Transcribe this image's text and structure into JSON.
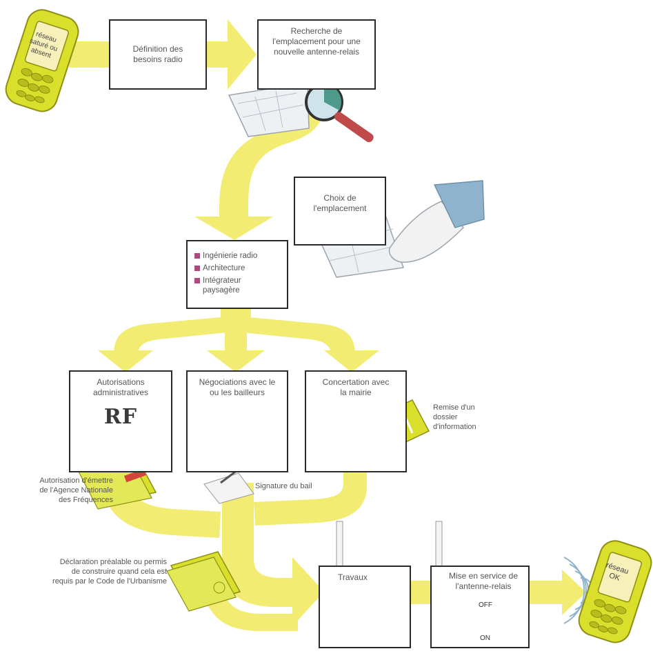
{
  "colors": {
    "arrow_yellow": "#f2ec72",
    "phone_yellow": "#d9df2a",
    "box_border": "#2a2a2a",
    "bullet_magenta": "#b0477f",
    "rf_red": "#d4443a",
    "rf_blue": "#5573b5"
  },
  "phone_start": {
    "screen_text": "réseau saturé ou absent"
  },
  "steps": {
    "definition": {
      "label": "Définition des besoins radio"
    },
    "recherche": {
      "label": "Recherche de l'emplacement pour une nouvelle antenne-relais"
    },
    "choix": {
      "label": "Choix de l'emplacement"
    },
    "ingenierie": {
      "items": [
        "Ingénierie radio",
        "Architecture",
        "Intégrateur paysagère"
      ]
    },
    "autorisations": {
      "label": "Autorisations administratives",
      "badge": "RF"
    },
    "negociations": {
      "label": "Négociations avec le ou les bailleurs"
    },
    "concertation": {
      "label": "Concertation avec la mairie"
    },
    "travaux": {
      "label": "Travaux"
    },
    "mise_en_service": {
      "label": "Mise en service de l'antenne-relais",
      "switch_off": "OFF",
      "switch_on": "ON"
    }
  },
  "annotations": {
    "dossier": "Remise d'un dossier d'information",
    "signature": "Signature du bail",
    "anfr": "Autorisation d'émettre de l'Agence Nationale des Fréquences",
    "declaration": "Déclaration préalable ou permis de construire quand cela est requis par le Code de l'Urbanisme"
  },
  "phone_end": {
    "screen_text": "réseau OK"
  },
  "icons": [
    "magnifier-icon",
    "map-icon",
    "hand-icon",
    "shield-icon",
    "building-icon",
    "bust-icon",
    "screwdriver-icon",
    "switch-icon",
    "signal-waves-icon"
  ]
}
